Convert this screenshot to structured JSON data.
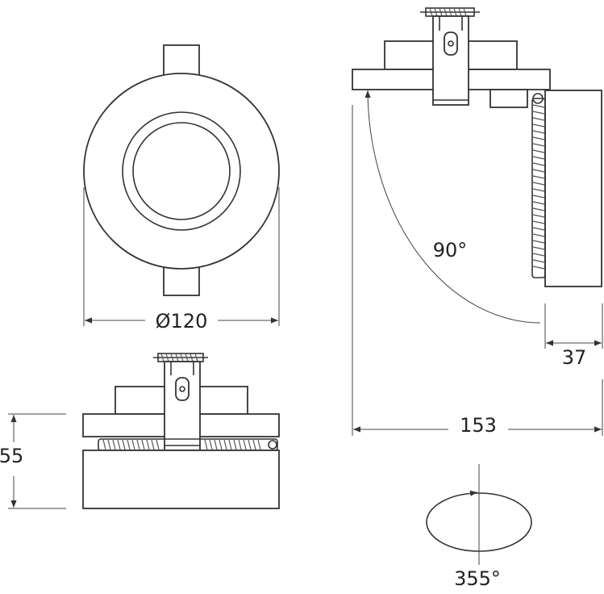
{
  "dimensions": {
    "diameter": "Ø120",
    "height": "55",
    "depth": "153",
    "offset": "37",
    "tilt_angle": "90°",
    "rotation_angle": "355°"
  },
  "colors": {
    "line": "#333333",
    "background": "#ffffff"
  }
}
